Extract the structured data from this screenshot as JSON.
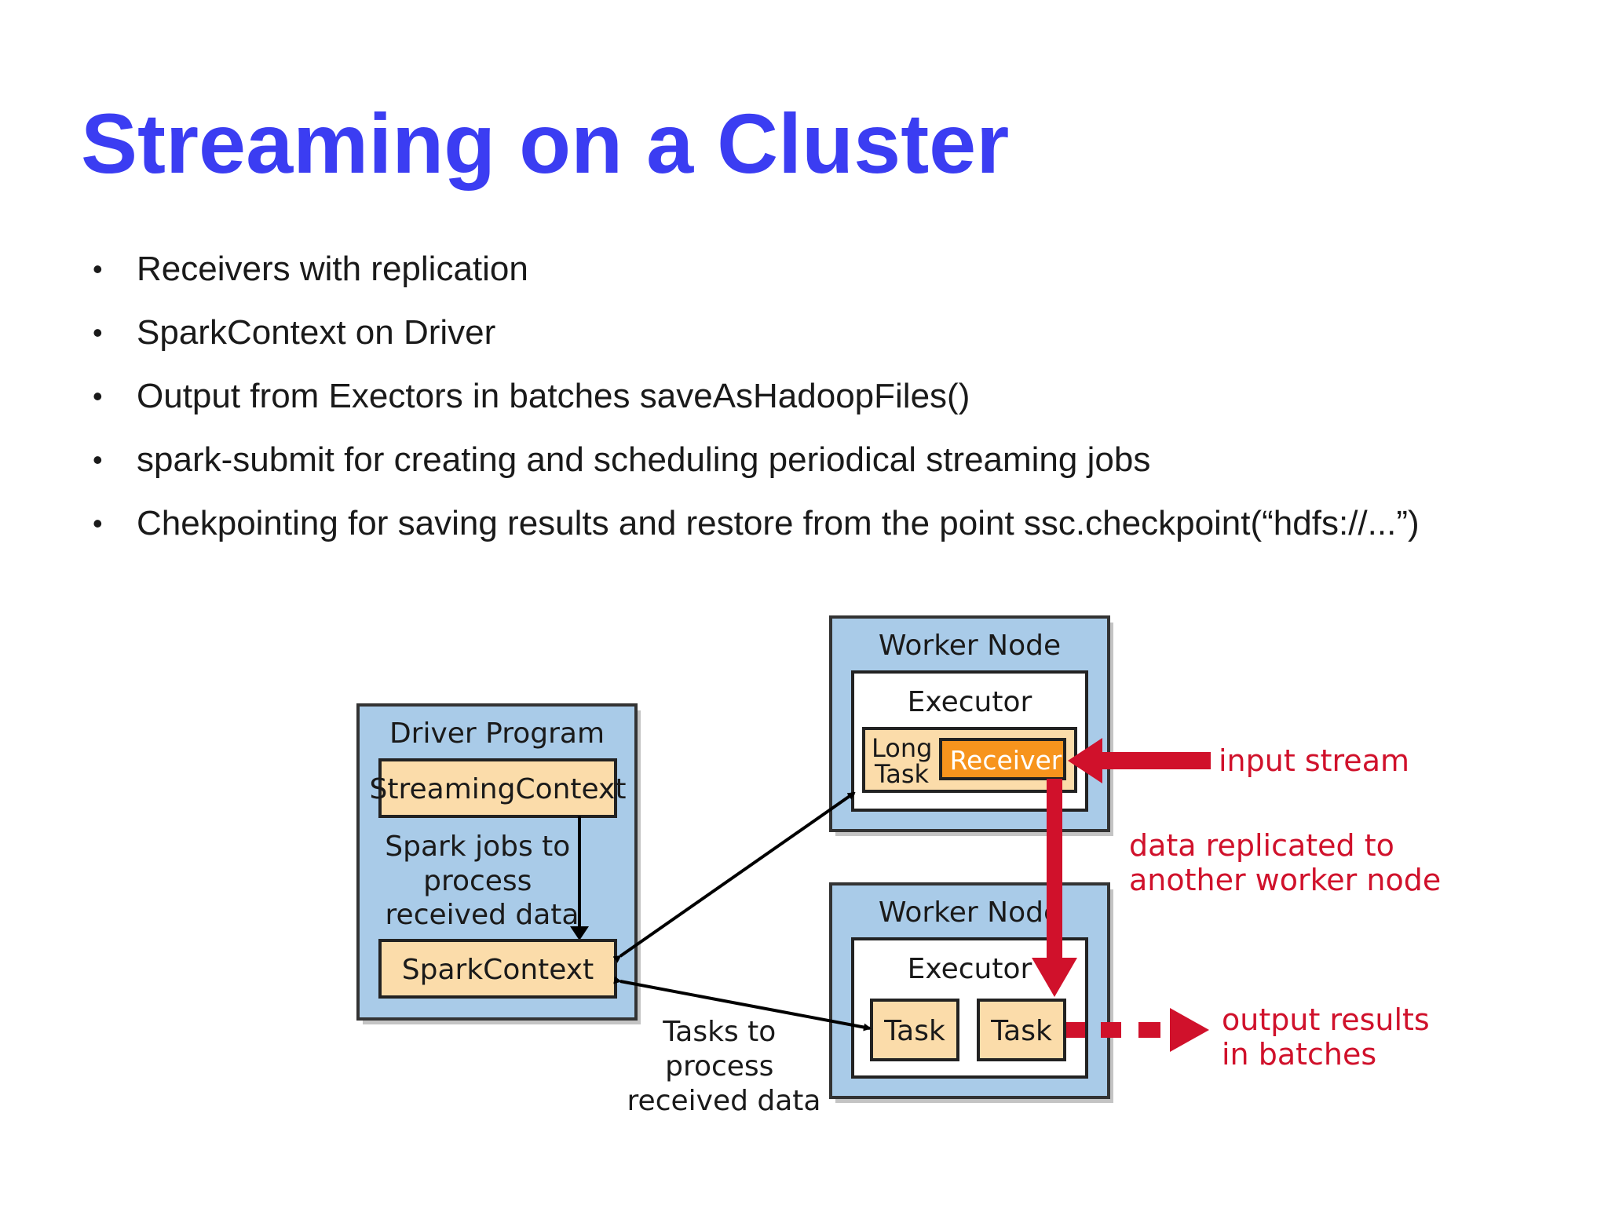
{
  "slide": {
    "title": "Streaming on a Cluster",
    "bullets": [
      "Receivers with replication",
      "SparkContext on Driver",
      "Output from Exectors in batches saveAsHadoopFiles()",
      "spark-submit for creating and scheduling periodical streaming jobs",
      "Chekpointing for saving results and restore from the point ssc.checkpoint(“hdfs://...”)"
    ]
  },
  "diagram": {
    "driver": {
      "title": "Driver Program",
      "streaming_context": "StreamingContext",
      "jobs_label": [
        "Spark jobs to",
        "process",
        "received data"
      ],
      "spark_context": "SparkContext"
    },
    "worker_top": {
      "title": "Worker Node",
      "executor": "Executor",
      "long_task": [
        "Long",
        "Task"
      ],
      "receiver": "Receiver"
    },
    "worker_bottom": {
      "title": "Worker Node",
      "executor": "Executor",
      "task1": "Task",
      "task2": "Task"
    },
    "tasks_label": [
      "Tasks to",
      "process",
      "received data"
    ],
    "input_stream": "input stream",
    "replicated_label": [
      "data replicated to",
      "another worker node"
    ],
    "output_label": [
      "output results",
      "in batches"
    ]
  },
  "colors": {
    "title": "#3b3df2",
    "node_fill": "#a9cbe8",
    "box_fill": "#fbdcaa",
    "receiver_fill": "#f7941d",
    "accent_red": "#d0112b"
  }
}
